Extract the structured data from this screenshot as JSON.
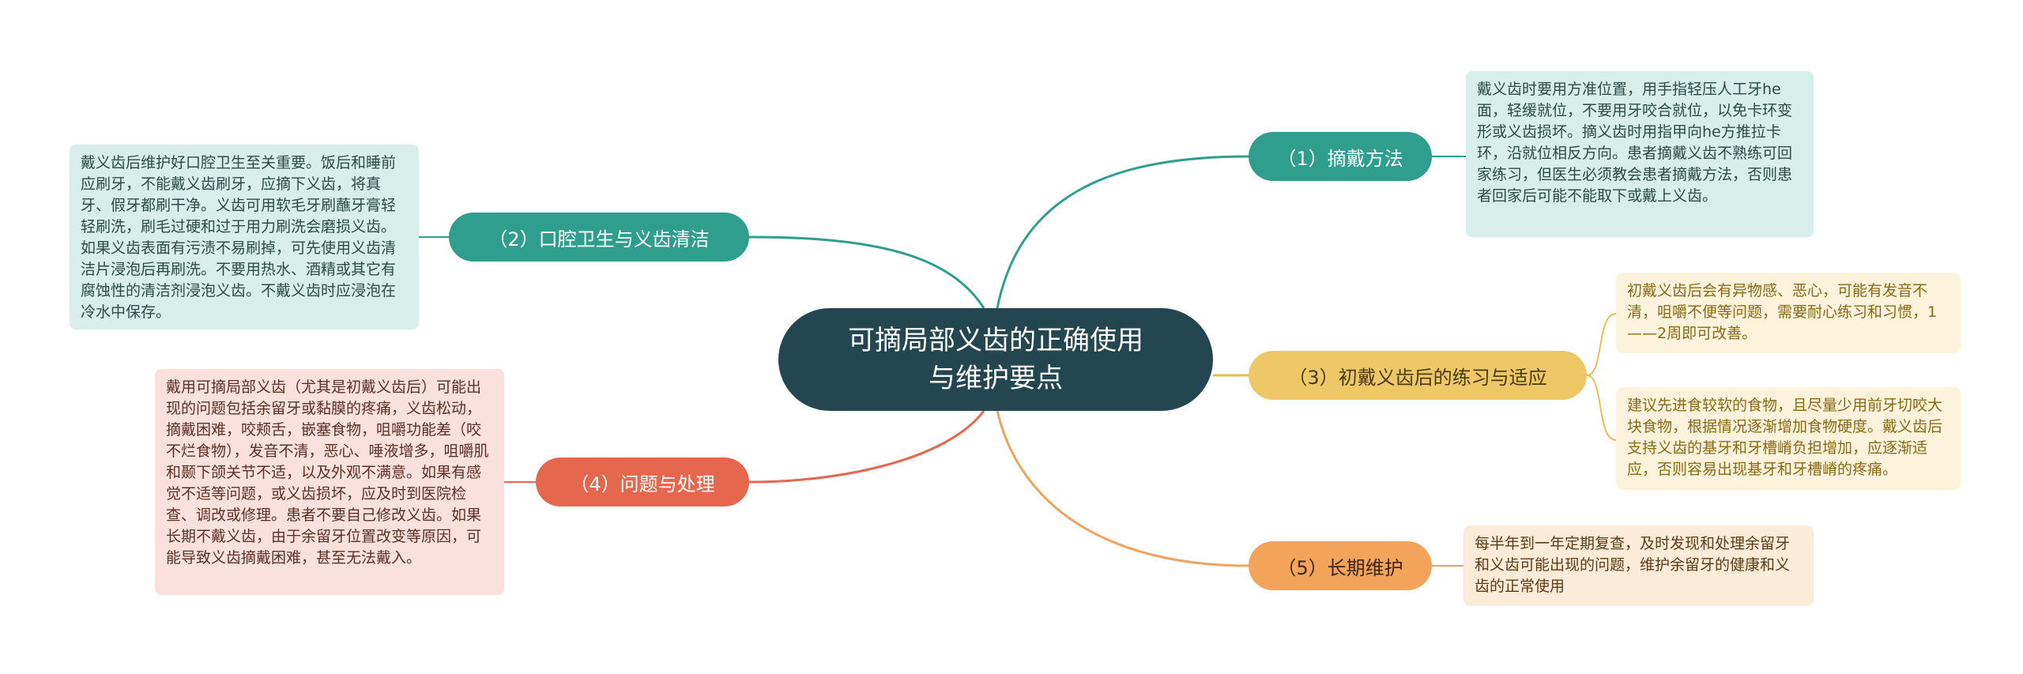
{
  "center": {
    "title_line1": "可摘局部义齿的正确使用",
    "title_line2": "与维护要点"
  },
  "branches": [
    {
      "label": "（1）摘戴方法",
      "notes": [
        "戴义齿时要用方准位置，用手指轻压人工牙he面，轻缓就位，不要用牙咬合就位，以免卡环变形或义齿损坏。摘义齿时用指甲向he方推拉卡环，沿就位相反方向。患者摘戴义齿不熟练可回家练习，但医生必须教会患者摘戴方法，否则患者回家后可能不能取下或戴上义齿。"
      ]
    },
    {
      "label": "（2）口腔卫生与义齿清洁",
      "notes": [
        "戴义齿后维护好口腔卫生至关重要。饭后和睡前应刷牙，不能戴义齿刷牙，应摘下义齿，将真牙、假牙都刷干净。义齿可用软毛牙刷蘸牙膏轻轻刷洗，刷毛过硬和过于用力刷洗会磨损义齿。如果义齿表面有污渍不易刷掉，可先使用义齿清洁片浸泡后再刷洗。不要用热水、酒精或其它有腐蚀性的清洁剂浸泡义齿。不戴义齿时应浸泡在冷水中保存。"
      ]
    },
    {
      "label": "（3）初戴义齿后的练习与适应",
      "notes": [
        "初戴义齿后会有异物感、恶心，可能有发音不清，咀嚼不便等问题，需要耐心练习和习惯，1——2周即可改善。",
        "建议先进食较软的食物，且尽量少用前牙切咬大块食物，根据情况逐渐增加食物硬度。戴义齿后支持义齿的基牙和牙槽嵴负担增加，应逐渐适应，否则容易出现基牙和牙槽嵴的疼痛。"
      ]
    },
    {
      "label": "（4）问题与处理",
      "notes": [
        "戴用可摘局部义齿（尤其是初戴义齿后）可能出现的问题包括余留牙或黏膜的疼痛，义齿松动，摘戴困难，咬颊舌，嵌塞食物，咀嚼功能差（咬不烂食物），发音不清，恶心、唾液增多，咀嚼肌和颞下颌关节不适，以及外观不满意。如果有感觉不适等问题，或义齿损坏，应及时到医院检查、调改或修理。患者不要自己修改义齿。如果长期不戴义齿，由于余留牙位置改变等原因，可能导致义齿摘戴困难，甚至无法戴入。"
      ]
    },
    {
      "label": "（5）长期维护",
      "notes": [
        "每半年到一年定期复查，及时发现和处理余留牙和义齿可能出现的问题，维护余留牙的健康和义齿的正常使用"
      ]
    }
  ],
  "colors": {
    "background": "#ffffff",
    "center": "#244650",
    "branch1": "#2f9e8f",
    "branch2": "#2f9e8f",
    "branch3": "#eec766",
    "branch4": "#e4674e",
    "branch5": "#f3a35a",
    "link1": "#2f9e8f",
    "link2": "#2f9e8f",
    "link3": "#e8bf55",
    "link4": "#e4674e",
    "link5": "#f0a35e"
  }
}
